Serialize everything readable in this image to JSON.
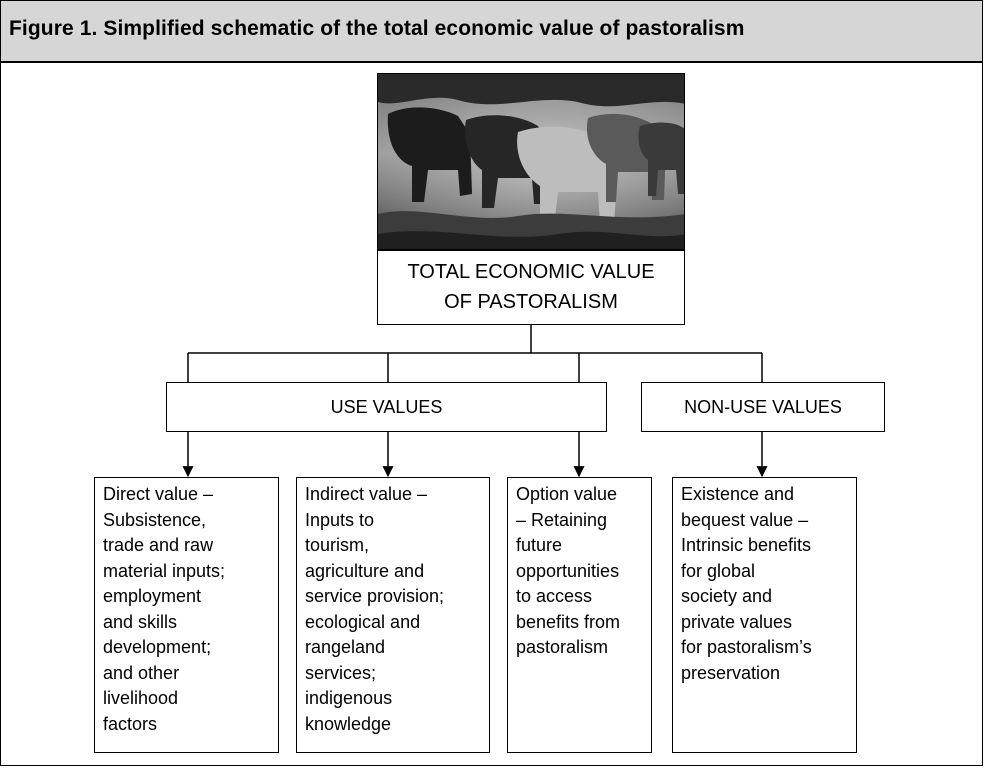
{
  "figure_title": "Figure 1. Simplified schematic of the total economic value of pastoralism",
  "root": {
    "line1": "TOTAL ECONOMIC VALUE",
    "line2": "OF PASTORALISM"
  },
  "categories": {
    "use_values": "USE VALUES",
    "non_use_values": "NON-USE VALUES"
  },
  "leaves": [
    {
      "lines": [
        "Direct value –",
        "Subsistence,",
        "trade and raw",
        "material inputs;",
        "employment",
        "and skills",
        "development;",
        "and other",
        "livelihood",
        "factors"
      ]
    },
    {
      "lines": [
        "Indirect value –",
        "Inputs to",
        "tourism,",
        "agriculture and",
        "service provision;",
        "ecological and",
        "rangeland",
        "services;",
        "indigenous",
        "knowledge"
      ]
    },
    {
      "lines": [
        "Option value",
        "– Retaining",
        "future",
        "opportunities",
        "to access",
        "benefits from",
        "pastoralism"
      ]
    },
    {
      "lines": [
        "Existence and",
        "bequest value –",
        "Intrinsic benefits",
        "for global",
        "society and",
        "private values",
        "for pastoralism’s",
        "preservation"
      ]
    }
  ],
  "colors": {
    "title_bar_bg": "#d6d6d6",
    "border": "#000000"
  }
}
